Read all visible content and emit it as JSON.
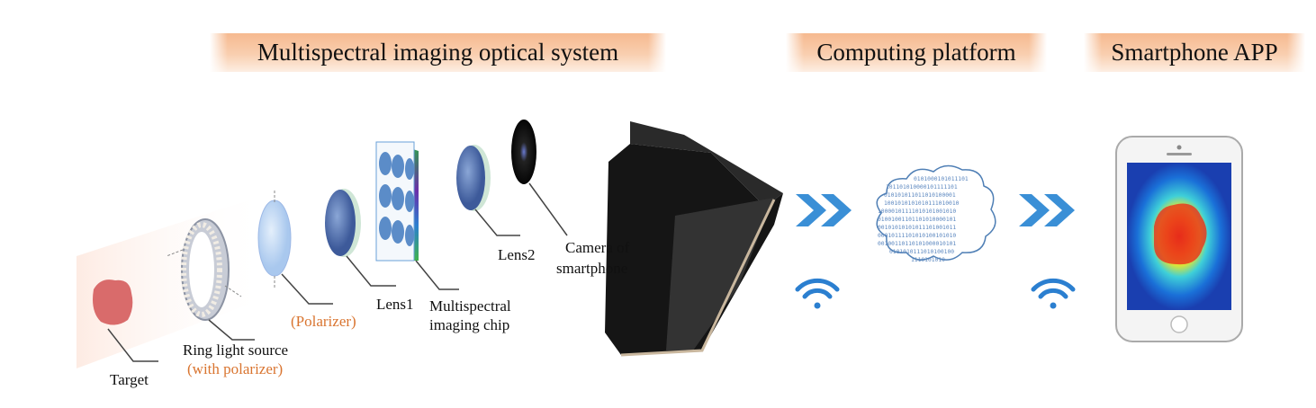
{
  "headers": {
    "optical_system": "Multispectral imaging optical  system",
    "computing": "Computing platform",
    "app": "Smartphone APP"
  },
  "labels": {
    "target": "Target",
    "ring_light": "Ring light source",
    "ring_light_note": "(with polarizer)",
    "polarizer": "(Polarizer)",
    "lens1": "Lens1",
    "chip_line1": "Multispectral",
    "chip_line2": "imaging chip",
    "lens2": "Lens2",
    "camera_line1": "Camera of",
    "camera_line2": "smartphone"
  },
  "cloud_binary": [
    "0101000101011101",
    "101101010000101111101",
    "010101011011010100001",
    "1001010101010111010010",
    "10000101111010101001010",
    "01001001101101010000101",
    "00101010101011101001011",
    "00010111101010100101010",
    "00100110110101000010101",
    "0101010111010100100",
    "1110101010"
  ],
  "colors": {
    "accent_orange": "#d9742f",
    "banner_peach": "#f6b98f",
    "arrow_blue": "#3a8fd6",
    "target_red": "#d96b6b"
  }
}
